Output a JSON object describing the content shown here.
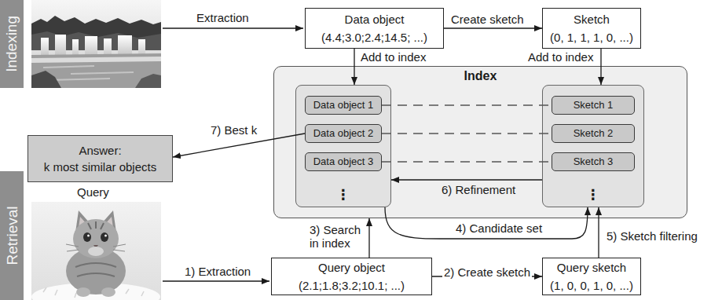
{
  "diagram": {
    "nodes": [
      {
        "text": [
          "Indexing"
        ]
      },
      {
        "text": [
          "Data object",
          "(4.4;3.0;2.4;14.5; ...)"
        ]
      },
      {
        "text": [
          "Sketch",
          "(0, 1, 1, 1, 0, ...)"
        ]
      },
      {
        "text": [
          "Index"
        ]
      },
      {
        "text": [
          "⋮"
        ],
        "in": 3
      },
      {
        "text": [
          "Data object 1"
        ],
        "in": 4
      },
      {
        "text": [
          "Data object 2"
        ],
        "in": 4
      },
      {
        "text": [
          "Data object 3"
        ],
        "in": 4
      },
      {
        "text": [
          "⋮"
        ],
        "in": 3
      },
      {
        "text": [
          "Sketch 1"
        ],
        "in": 8
      },
      {
        "text": [
          "Sketch 2"
        ],
        "in": 8
      },
      {
        "text": [
          "Sketch 3"
        ],
        "in": 8
      },
      {
        "text": [
          "Retrieval"
        ]
      },
      {
        "text": [
          "Answer:",
          "k most similar objects"
        ]
      },
      {
        "text": [
          "Query object",
          "(2.1;1.8;3.2;10.1; ...)"
        ]
      },
      {
        "text": [
          "Query sketch",
          "(1, 0, 0, 1, 0, ...)"
        ]
      }
    ],
    "edges": [
      {
        "from": 1,
        "to": 2,
        "arrow": "to",
        "label": "Create sketch"
      },
      {
        "from": 1,
        "to": 4,
        "arrow": "to",
        "label": "Add to index"
      },
      {
        "from": 2,
        "to": 8,
        "arrow": "to",
        "label": "Add to index"
      },
      {
        "from": 5,
        "to": 9,
        "arrow": "none"
      },
      {
        "from": 6,
        "to": 10,
        "arrow": "none"
      },
      {
        "from": 7,
        "to": 11,
        "arrow": "none"
      },
      {
        "from": 6,
        "to": 13,
        "arrow": "to",
        "label": "7) Best k"
      },
      {
        "from": 14,
        "to": 15,
        "arrow": "to",
        "label": "2) Create sketch"
      },
      {
        "from": 14,
        "to": 3,
        "arrow": "to",
        "label": "3) Search in index"
      },
      {
        "from": 4,
        "to": 8,
        "arrow": "to",
        "label": "4) Candidate set"
      },
      {
        "from": 15,
        "to": 8,
        "arrow": "to",
        "label": "5) Sketch filtering"
      },
      {
        "from": 8,
        "to": 4,
        "arrow": "to",
        "label": "6) Refinement"
      }
    ],
    "labels": [
      "Extraction",
      "Query",
      "1) Extraction"
    ]
  }
}
